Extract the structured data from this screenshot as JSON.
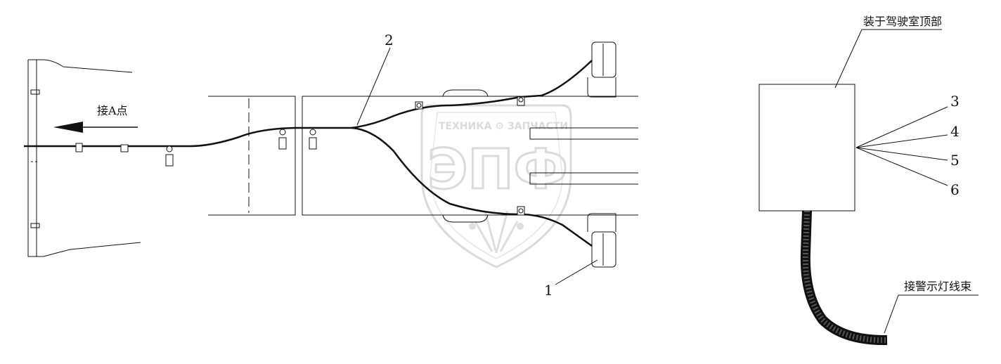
{
  "callouts": {
    "n1": "1",
    "n2": "2",
    "n3": "3",
    "n4": "4",
    "n5": "5",
    "n6": "6"
  },
  "labels": {
    "connect_a": "接A点",
    "mount_cab_roof": "装于驾驶室顶部",
    "connect_warning_harness": "接警示灯线束"
  },
  "watermark": {
    "top_text": "ТЕХНИКА ⚙ ЗАПЧАСТИ",
    "main_text": "ЭПФ"
  },
  "colors": {
    "line": "#111111",
    "watermark": "#c8c8c8"
  }
}
